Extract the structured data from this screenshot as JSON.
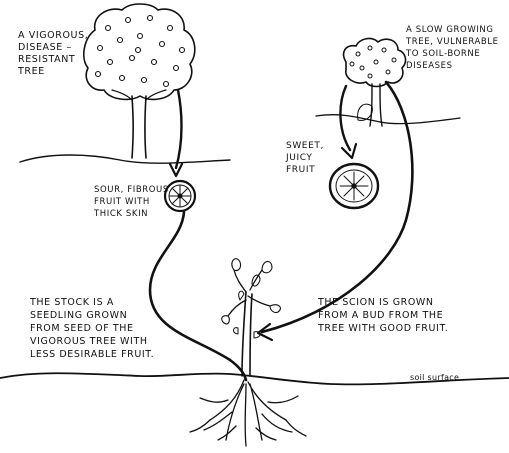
{
  "labels": {
    "vigorous_tree": "A VIGOROUS,\nDISEASE –\nRESISTANT\nTREE",
    "slow_tree": "A SLOW GROWING\nTREE, VULNERABLE\nTO SOIL-BORNE\nDISEASES",
    "sour_fruit": "SOUR, FIBROUS\nFRUIT WITH\nTHICK SKIN",
    "sweet_fruit": "SWEET,\nJUICY\nFRUIT",
    "stock": "THE STOCK IS A\nSEEDLING GROWN\nFROM SEED OF THE\nVIGOROUS TREE WITH\nLESS DESIRABLE FRUIT.",
    "scion": "THE SCION IS GROWN\nFROM A BUD FROM THE\nTREE WITH GOOD FRUIT.",
    "soil_surface": "soil surface"
  },
  "colors": {
    "ink": "#111111",
    "paper": "#ffffff"
  }
}
